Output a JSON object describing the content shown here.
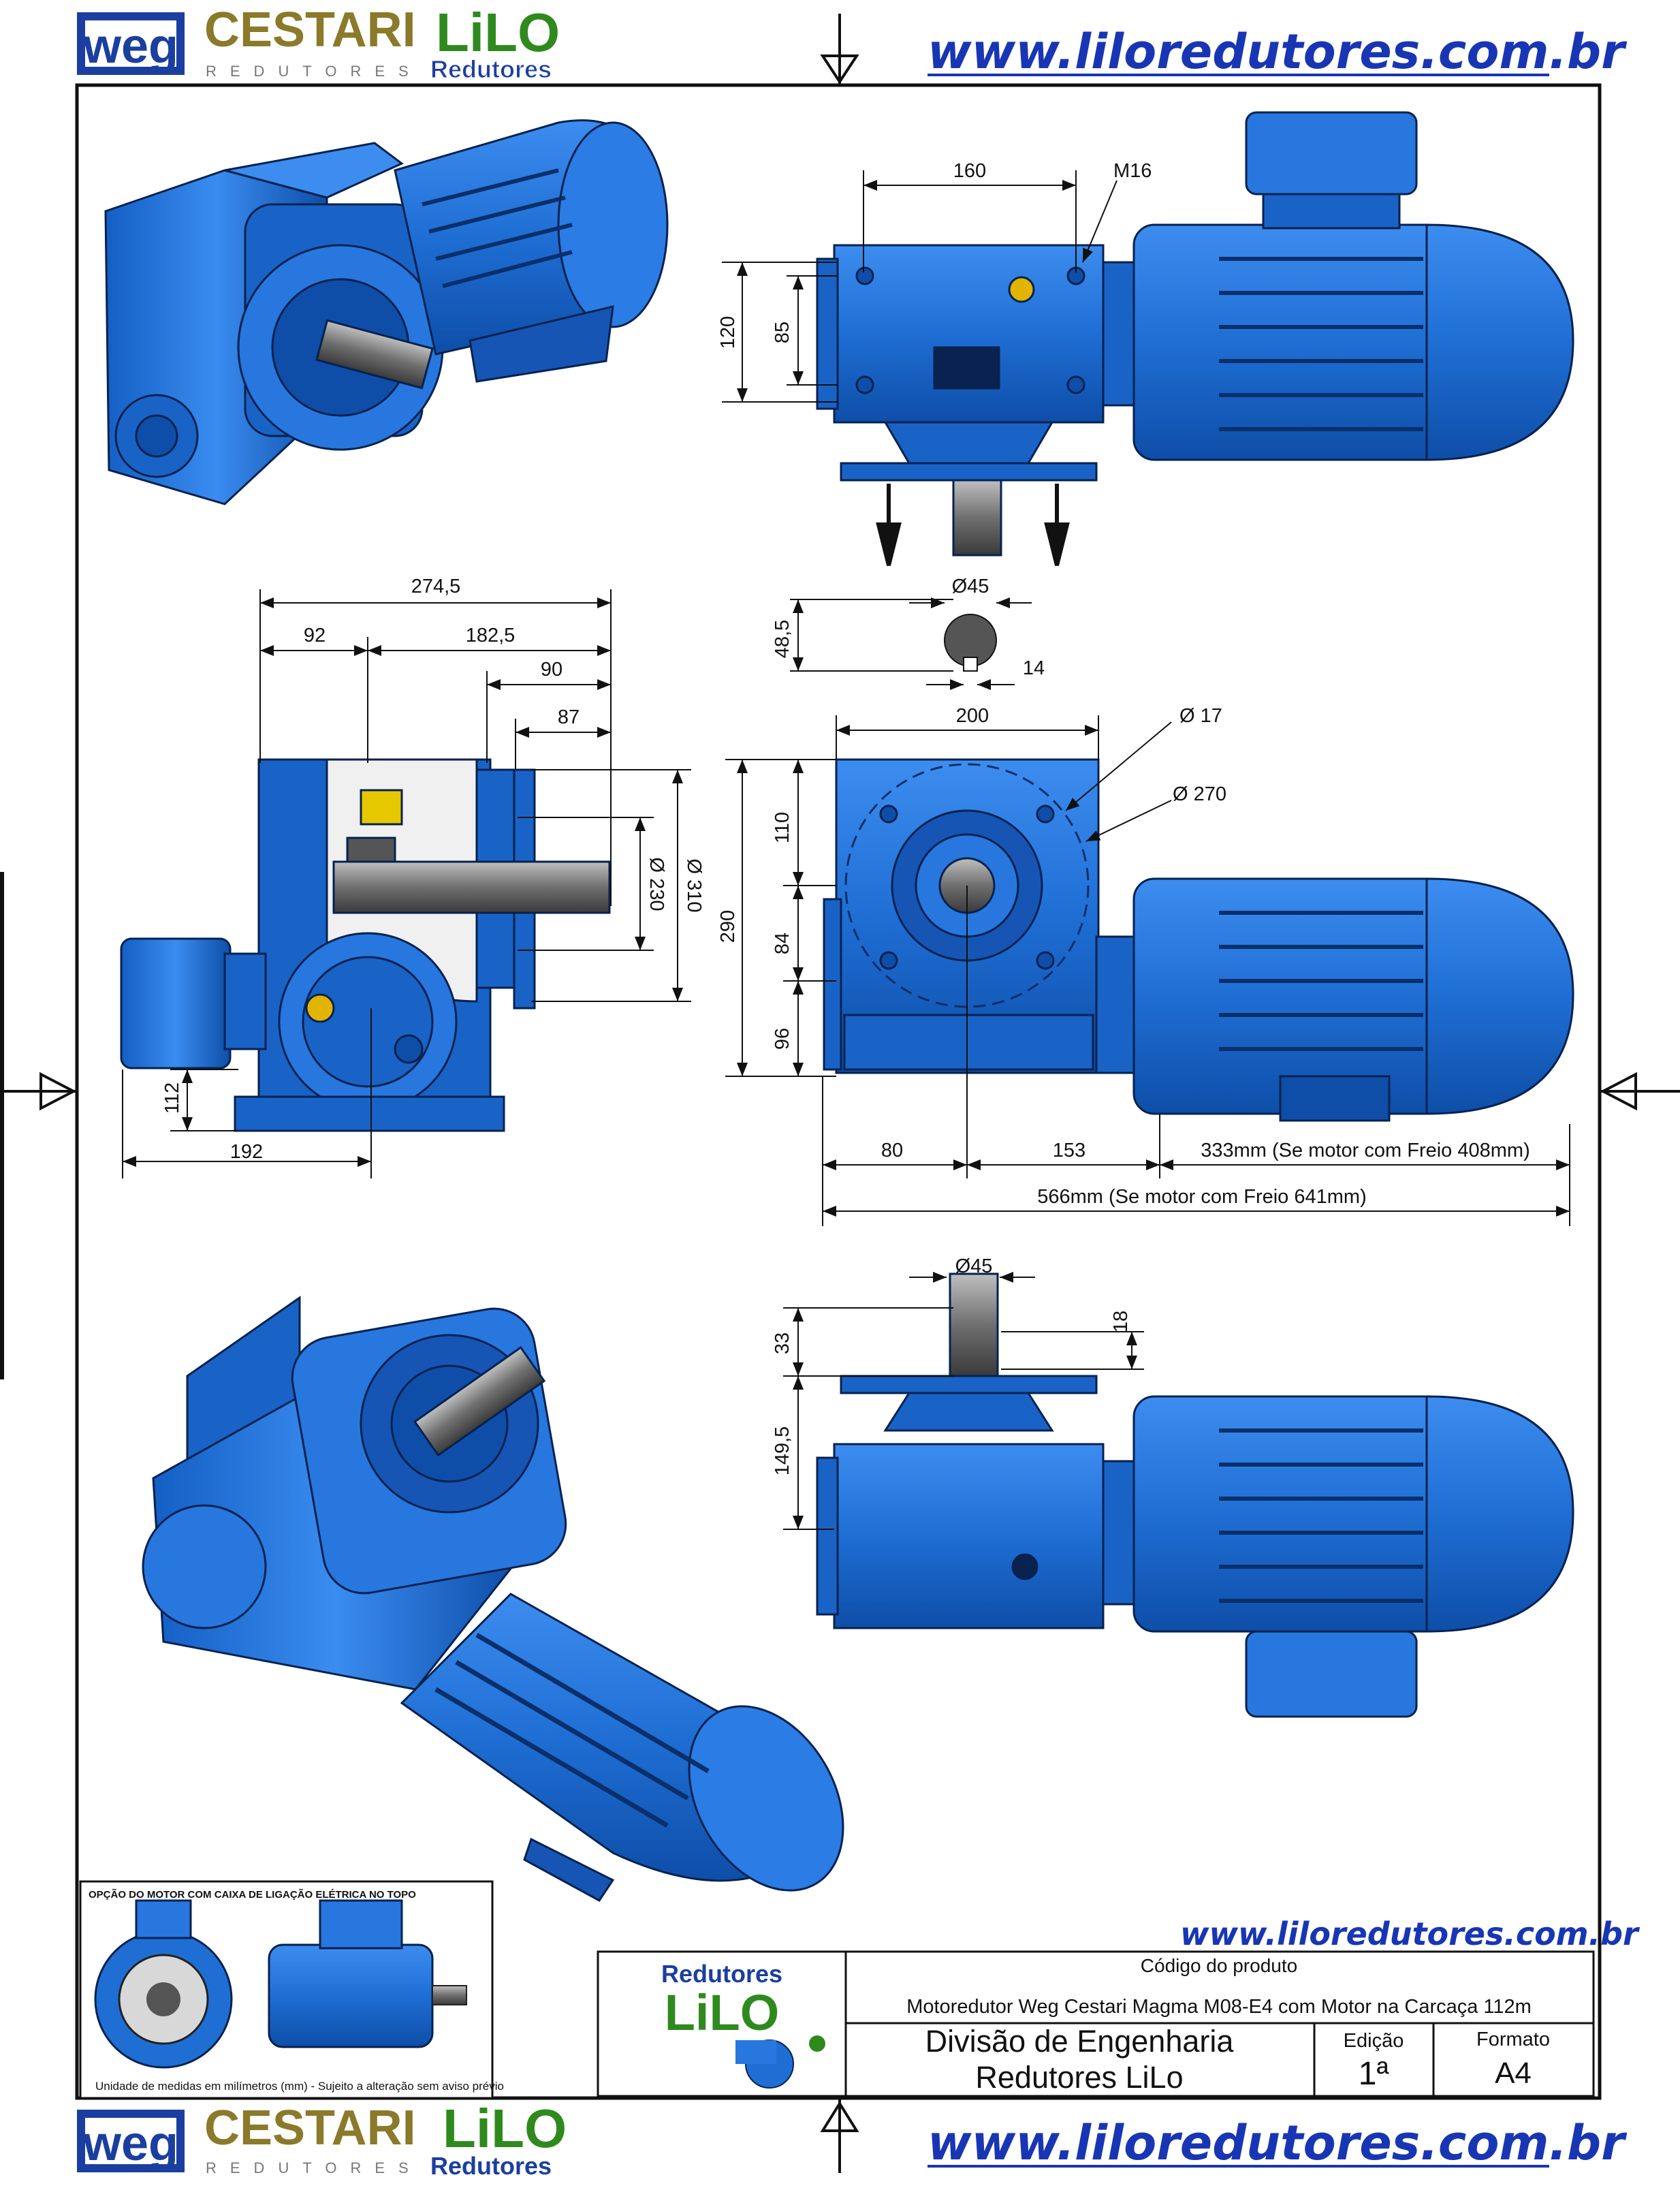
{
  "header": {
    "logo_weg": "weg",
    "logo_cestari": "CESTARI",
    "logo_cestari_sub": "REDUTORES",
    "logo_lilo": "LiLO",
    "logo_lilo_sub": "Redutores",
    "website": "www.liloredutores.com.br"
  },
  "dimensions": {
    "top_view": {
      "width": "160",
      "thread": "M16",
      "h_outer": "120",
      "h_inner": "85"
    },
    "side_view": {
      "overall": "274,5",
      "left": "92",
      "right": "182,5",
      "d90": "90",
      "d87": "87",
      "dia_230": "Ø 230",
      "dia_310": "Ø 310",
      "h112": "112",
      "w192": "192"
    },
    "shaft": {
      "dia": "Ø45",
      "height": "48,5",
      "key": "14"
    },
    "front_view": {
      "width": "200",
      "hole": "Ø 17",
      "pcd": "Ø 270",
      "h_total": "290",
      "h110": "110",
      "h84": "84",
      "h96": "96",
      "w80": "80",
      "w153": "153",
      "motor": "333mm   (Se motor com Freio 408mm)",
      "overall": "566mm   (Se motor com Freio 641mm)"
    },
    "bottom_view": {
      "dia": "Ø45",
      "h33": "33",
      "h149": "149,5",
      "k18": "18"
    }
  },
  "inset": {
    "title": "OPÇÃO DO MOTOR COM CAIXA DE LIGAÇÃO ELÉTRICA NO TOPO",
    "note": "Unidade de medidas em milímetros (mm) - Sujeito a alteração sem aviso prévio"
  },
  "title_block": {
    "website": "www.liloredutores.com.br",
    "brand_top": "Redutores",
    "brand_main": "LiLO",
    "code_label": "Código do produto",
    "product": "Motoredutor Weg Cestari Magma M08-E4 com Motor na Carcaça 112m",
    "division_line1": "Divisão de Engenharia",
    "division_line2": "Redutores LiLo",
    "edition_label": "Edição",
    "edition_value": "1ª",
    "format_label": "Formato",
    "format_value": "A4"
  },
  "footer": {
    "logo_weg": "weg",
    "logo_cestari": "CESTARI",
    "logo_cestari_sub": "REDUTORES",
    "logo_lilo": "LiLO",
    "logo_lilo_sub": "Redutores",
    "website": "www.liloredutores.com.br"
  },
  "colors": {
    "motor_blue": "#1f6ed4",
    "motor_dark": "#0f3f86",
    "url_blue": "#1836b4",
    "logo_green": "#2f8a1e",
    "logo_olive": "#8a7a2a",
    "weg_blue": "#1b3fa0"
  }
}
